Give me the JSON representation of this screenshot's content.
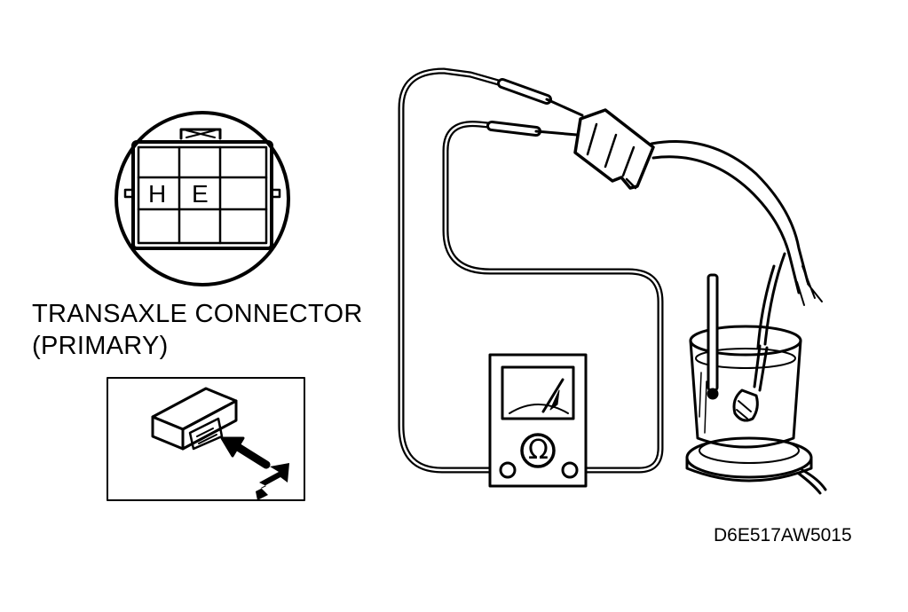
{
  "connector": {
    "caption_line1": "TRANSAXLE CONNECTOR",
    "caption_line2": "(PRIMARY)",
    "pin_h": "H",
    "pin_e": "E"
  },
  "meter": {
    "symbol": "Ω"
  },
  "figure_code": "D6E517AW5015",
  "colors": {
    "ink": "#000000",
    "paper": "#ffffff"
  }
}
